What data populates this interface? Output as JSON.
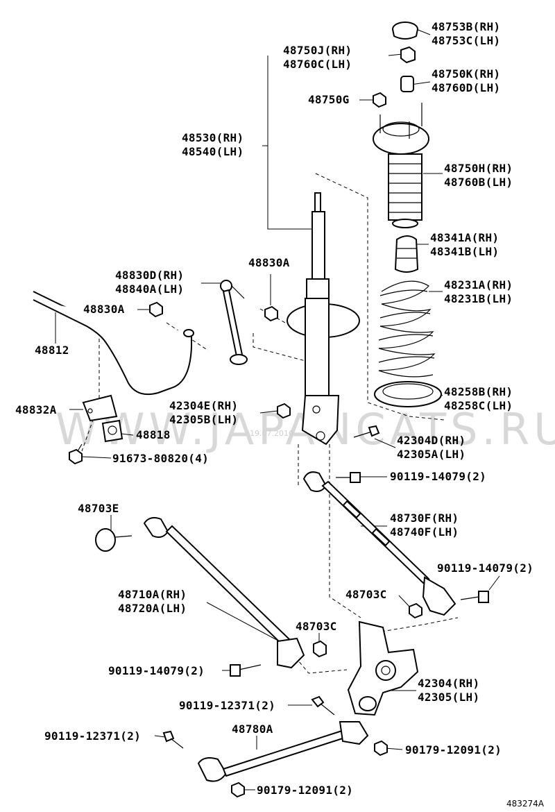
{
  "diagram_code": "483274A",
  "watermark": "WWW.JAPANCATS.RU",
  "watermark_date": "19.07.2010",
  "labels": {
    "l48753": [
      "48753B(RH)",
      "48753C(LH)"
    ],
    "l48750J": [
      "48750J(RH)",
      "48760C(LH)"
    ],
    "l48750K": [
      "48750K(RH)",
      "48760D(LH)"
    ],
    "l48750G": "48750G",
    "l48530": [
      "48530(RH)",
      "48540(LH)"
    ],
    "l48750H": [
      "48750H(RH)",
      "48760B(LH)"
    ],
    "l48341": [
      "48341A(RH)",
      "48341B(LH)"
    ],
    "l48830A_top": "48830A",
    "l48830D": [
      "48830D(RH)",
      "48840A(LH)"
    ],
    "l48231": [
      "48231A(RH)",
      "48231B(LH)"
    ],
    "l48830A_left": "48830A",
    "l48812": "48812",
    "l48258": [
      "48258B(RH)",
      "48258C(LH)"
    ],
    "l48832A": "48832A",
    "l42304E": [
      "42304E(RH)",
      "42305B(LH)"
    ],
    "l48818": "48818",
    "l42304D": [
      "42304D(RH)",
      "42305A(LH)"
    ],
    "l91673": "91673-80820(4)",
    "l90119_a": "90119-14079(2)",
    "l48703E": "48703E",
    "l48730F": [
      "48730F(RH)",
      "48740F(LH)"
    ],
    "l90119_b": "90119-14079(2)",
    "l48703C_a": "48703C",
    "l48710A": [
      "48710A(RH)",
      "48720A(LH)"
    ],
    "l48703C_b": "48703C",
    "l90119_c": "90119-14079(2)",
    "l42304": [
      "42304(RH)",
      "42305(LH)"
    ],
    "l90119_12371_a": "90119-12371(2)",
    "l48780A": "48780A",
    "l90119_12371_b": "90119-12371(2)",
    "l90179_a": "90179-12091(2)",
    "l90179_b": "90179-12091(2)"
  }
}
